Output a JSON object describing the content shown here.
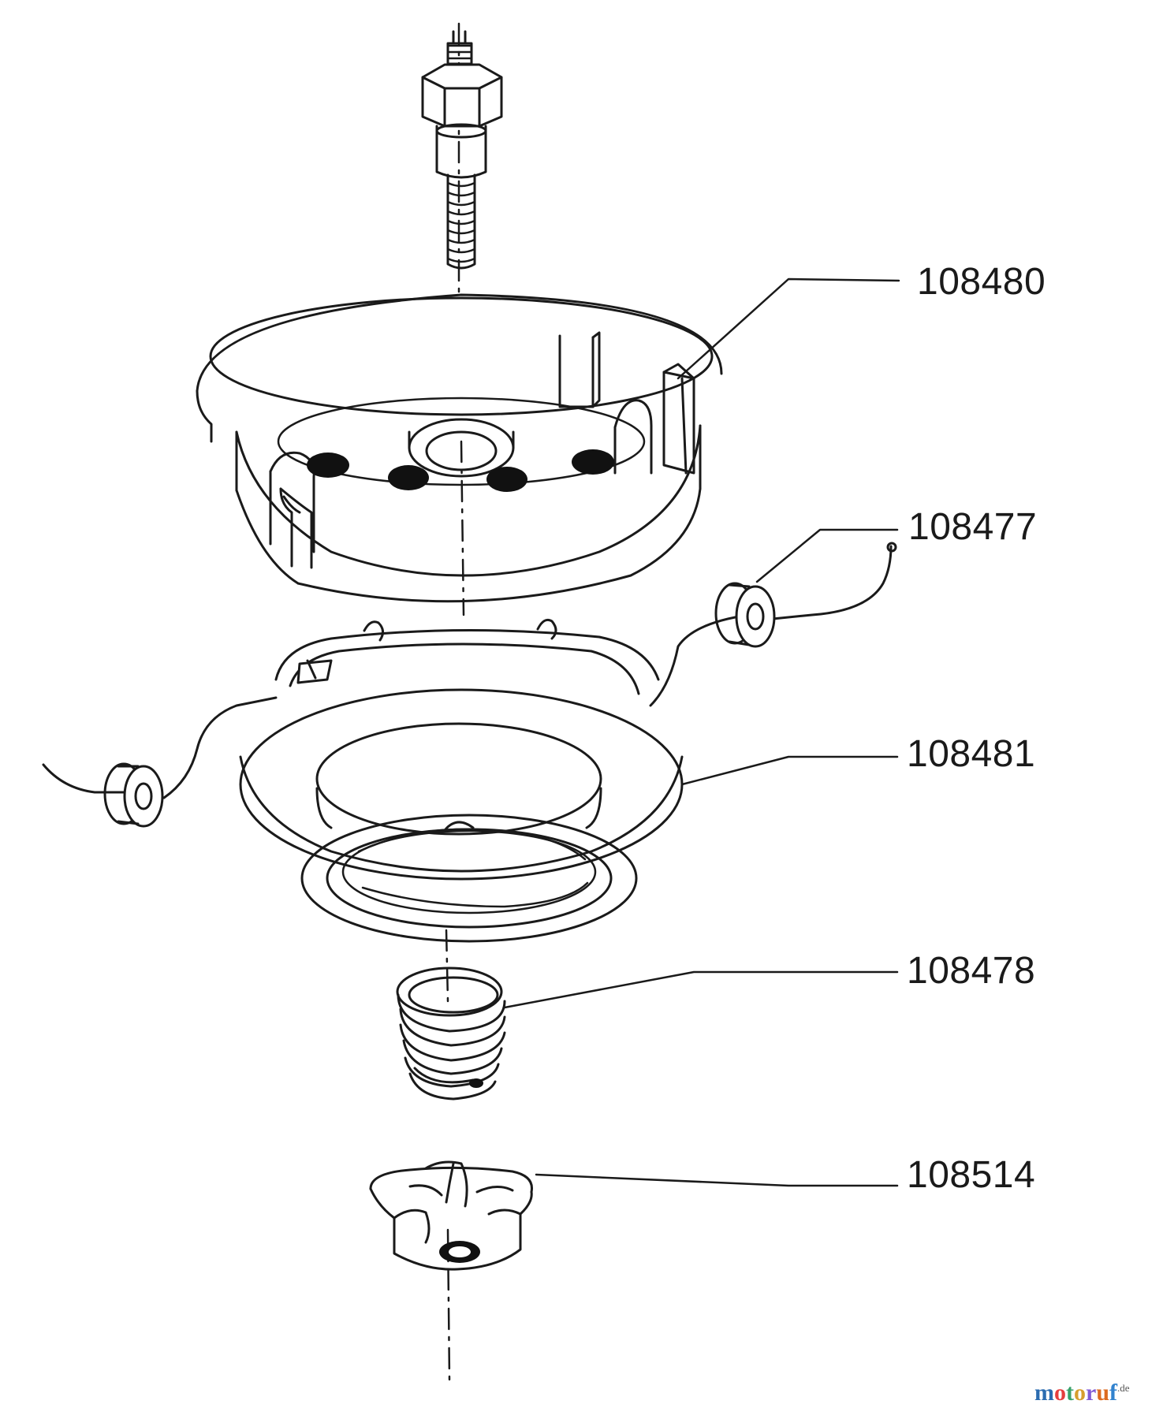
{
  "diagram": {
    "parts": [
      {
        "id": "108480",
        "name": "spool-housing"
      },
      {
        "id": "108477",
        "name": "line-eyelet"
      },
      {
        "id": "108481",
        "name": "line-spool"
      },
      {
        "id": "108478",
        "name": "spring"
      },
      {
        "id": "108514",
        "name": "bump-knob"
      }
    ]
  },
  "watermark": {
    "brand": "motoruf",
    "domain": ".de",
    "letter_colors": [
      "#2b6cb0",
      "#e53e3e",
      "#38a169",
      "#d69e2e",
      "#805ad5",
      "#dd6b20",
      "#3182ce"
    ]
  },
  "colors": {
    "line": "#1a1a1a",
    "fill": "#ffffff",
    "dark": "#111111"
  }
}
